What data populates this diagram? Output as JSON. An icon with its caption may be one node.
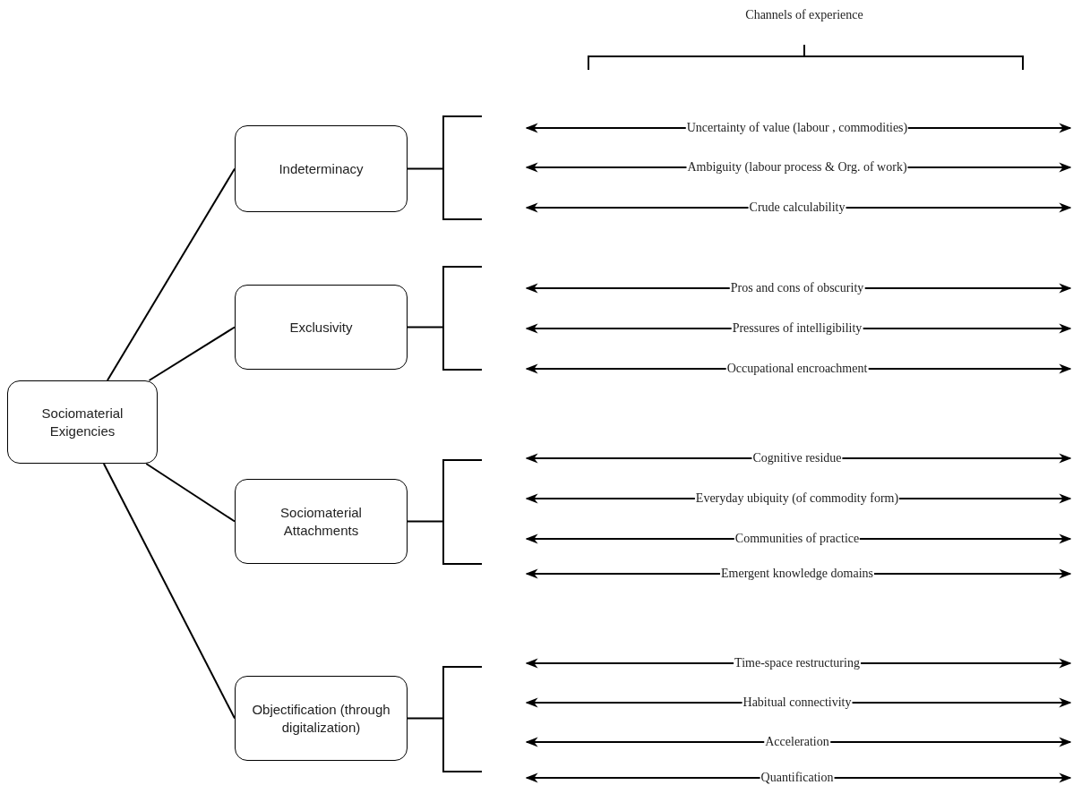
{
  "diagram": {
    "nodes": [
      {
        "text": [
          "Sociomaterial Exigencies"
        ]
      },
      {
        "text": [
          "Indeterminacy"
        ]
      },
      {
        "text": [
          "Exclusivity"
        ]
      },
      {
        "text": [
          "Sociomaterial Attachments"
        ]
      },
      {
        "text": [
          "Objectification (through digitalization)"
        ]
      }
    ],
    "edges": [
      {
        "from": 0,
        "to": 1,
        "arrow": "none"
      },
      {
        "from": 0,
        "to": 2,
        "arrow": "none"
      },
      {
        "from": 0,
        "to": 3,
        "arrow": "none"
      },
      {
        "from": 0,
        "to": 4,
        "arrow": "none"
      }
    ],
    "labels": [
      "Channels of experience",
      "Uncertainty of value (labour , commodities)",
      "Ambiguity (labour process & Org. of work)",
      "Crude calculability",
      "Pros and cons of obscurity",
      "Pressures of intelligibility",
      "Occupational encroachment",
      "Cognitive residue",
      "Everyday ubiquity (of commodity form)",
      "Communities of practice",
      "Emergent knowledge domains",
      "Time-space restructuring",
      "Habitual connectivity",
      "Acceleration",
      "Quantification"
    ]
  }
}
